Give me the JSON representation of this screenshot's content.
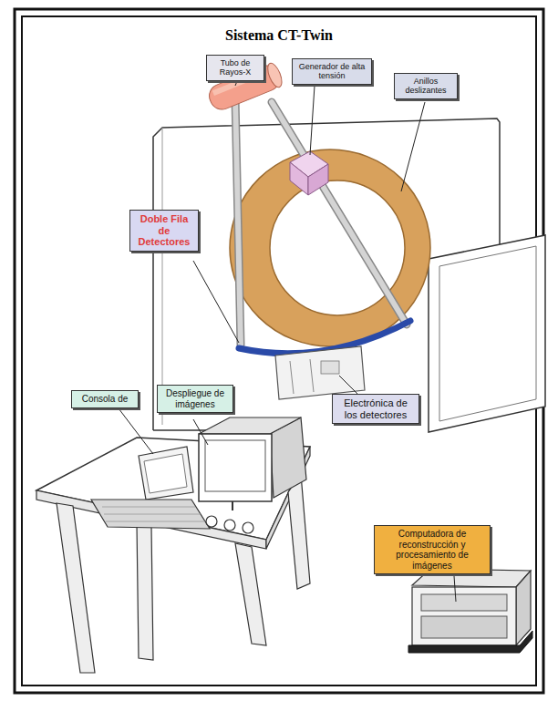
{
  "diagram": {
    "title": "Sistema CT-Twin",
    "nodes": [
      {
        "text": [
          "Tubo de Rayos-X"
        ]
      },
      {
        "text": [
          "Generador de alta tensión"
        ]
      },
      {
        "text": [
          "Anillos deslizantes"
        ]
      },
      {
        "text": [
          "Doble Fila de Detectores"
        ]
      },
      {
        "text": [
          "Electrónica de los detectores"
        ]
      },
      {
        "text": [
          "Consola de"
        ]
      },
      {
        "text": [
          "Despliegue de imágenes"
        ]
      },
      {
        "text": [
          "Computadora de reconstrucción y procesamiento de imágenes"
        ]
      }
    ]
  }
}
